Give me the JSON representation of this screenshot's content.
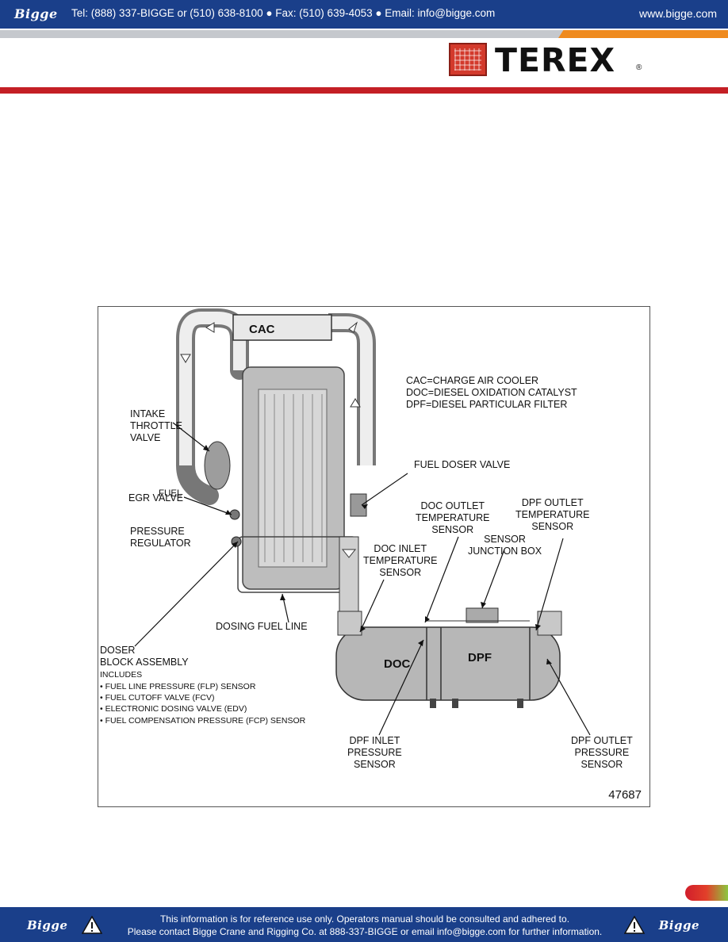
{
  "header": {
    "brand": "Bigge",
    "contact": "Tel: (888) 337-BIGGE or (510) 638-8100  ●  Fax: (510) 639-4053  ●  Email: info@bigge.com",
    "website": "www.bigge.com",
    "logo_text": "TEREX",
    "logo_reg": "®"
  },
  "figure": {
    "number": "47687",
    "legend": [
      "CAC=CHARGE AIR COOLER",
      "DOC=DIESEL OXIDATION CATALYST",
      "DPF=DIESEL PARTICULAR FILTER"
    ],
    "labels": {
      "cac": "CAC",
      "intake_throttle_valve": [
        "INTAKE",
        "THROTTLE",
        "VALVE"
      ],
      "egr_valve": "EGR VALVE",
      "fuel_overlay": "FUEL",
      "pressure_regulator": [
        "PRESSURE",
        "REGULATOR"
      ],
      "fuel_doser_valve": "FUEL DOSER VALVE",
      "doc_outlet_temp": [
        "DOC OUTLET",
        "TEMPERATURE",
        "SENSOR"
      ],
      "dpf_outlet_temp": [
        "DPF OUTLET",
        "TEMPERATURE",
        "SENSOR"
      ],
      "sensor_junction_box": [
        "SENSOR",
        "JUNCTION BOX"
      ],
      "doc_inlet_temp": [
        "DOC INLET",
        "TEMPERATURE",
        "SENSOR"
      ],
      "dosing_fuel_line": "DOSING FUEL LINE",
      "doser_block": [
        "DOSER",
        "BLOCK ASSEMBLY"
      ],
      "includes": "INCLUDES",
      "includes_items": [
        "•  FUEL LINE PRESSURE (FLP) SENSOR",
        "•  FUEL CUTOFF VALVE (FCV)",
        "•  ELECTRONIC DOSING VALVE (EDV)",
        "•  FUEL COMPENSATION PRESSURE (FCP) SENSOR"
      ],
      "doc": "DOC",
      "dpf": "DPF",
      "dpf_inlet_pressure": [
        "DPF INLET",
        "PRESSURE",
        "SENSOR"
      ],
      "dpf_outlet_pressure": [
        "DPF OUTLET",
        "PRESSURE",
        "SENSOR"
      ]
    }
  },
  "footer": {
    "brand": "Bigge",
    "line1": "This information is for reference use only. Operators manual should be consulted and adhered to.",
    "line2": "Please contact Bigge Crane and Rigging Co. at 888-337-BIGGE or email info@bigge.com for further information."
  },
  "colors": {
    "navy": "#1a3f8a",
    "red": "#c41f25",
    "orange": "#ef8a1e",
    "gray": "#c5c8cd"
  }
}
